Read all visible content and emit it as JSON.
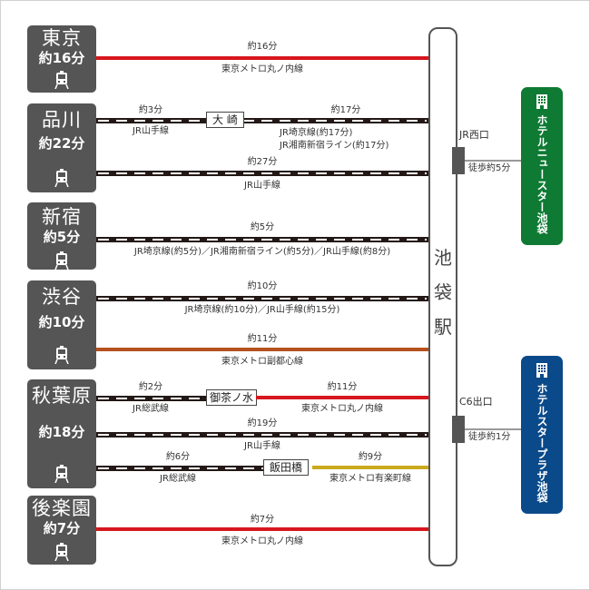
{
  "terminal": {
    "name_chars": [
      "池",
      "袋",
      "駅"
    ]
  },
  "colors": {
    "marunouchi": "#d7161d",
    "fukutoshin": "#b5511f",
    "yurakucho": "#c9aa1c",
    "jr": "#231815",
    "station_box": "#555555",
    "hotel_green": "#0e7a33",
    "hotel_blue": "#0a4a8a"
  },
  "stations": [
    {
      "name": "東京",
      "time": "約16分",
      "icon": "train-icon"
    },
    {
      "name": "品川",
      "time": "約22分",
      "icon": "train-icon"
    },
    {
      "name": "新宿",
      "time": "約5分",
      "icon": "train-icon"
    },
    {
      "name": "渋谷",
      "time": "約10分",
      "icon": "train-icon"
    },
    {
      "name": "秋葉原",
      "time": "約18分",
      "icon": "train-icon"
    },
    {
      "name": "後楽園",
      "time": "約7分",
      "icon": "train-icon"
    }
  ],
  "routes": {
    "tokyo": {
      "time": "約16分",
      "line": "東京メトロ丸ノ内線"
    },
    "shinagawa_a": {
      "seg1_time": "約3分",
      "seg1_line": "JR山手線",
      "transfer": "大 崎",
      "seg2_time": "約17分",
      "seg2_line1": "JR埼京線(約17分)",
      "seg2_line2": "JR湘南新宿ライン(約17分)"
    },
    "shinagawa_b": {
      "time": "約27分",
      "line": "JR山手線"
    },
    "shinjuku": {
      "time": "約5分",
      "line": "JR埼京線(約5分)／JR湘南新宿ライン(約5分)／JR山手線(約8分)"
    },
    "shibuya_a": {
      "time": "約10分",
      "line": "JR埼京線(約10分)／JR山手線(約15分)"
    },
    "shibuya_b": {
      "time": "約11分",
      "line": "東京メトロ副都心線"
    },
    "akihabara_a": {
      "seg1_time": "約2分",
      "seg1_line": "JR総武線",
      "transfer": "御茶ノ水",
      "seg2_time": "約11分",
      "seg2_line": "東京メトロ丸ノ内線"
    },
    "akihabara_b": {
      "time": "約19分",
      "line": "JR山手線"
    },
    "akihabara_c": {
      "seg1_time": "約6分",
      "seg1_line": "JR総武線",
      "transfer": "飯田橋",
      "seg2_time": "約9分",
      "seg2_line": "東京メトロ有楽町線"
    },
    "korakuen": {
      "time": "約7分",
      "line": "東京メトロ丸ノ内線"
    }
  },
  "exits": [
    {
      "name": "JR西口",
      "walk": "徒歩約5分",
      "hotel": "ホテルニュースター池袋",
      "hotel_icon": "building-icon"
    },
    {
      "name": "C6出口",
      "walk": "徒歩約1分",
      "hotel": "ホテルスタープラザ池袋",
      "hotel_icon": "building-icon"
    }
  ]
}
